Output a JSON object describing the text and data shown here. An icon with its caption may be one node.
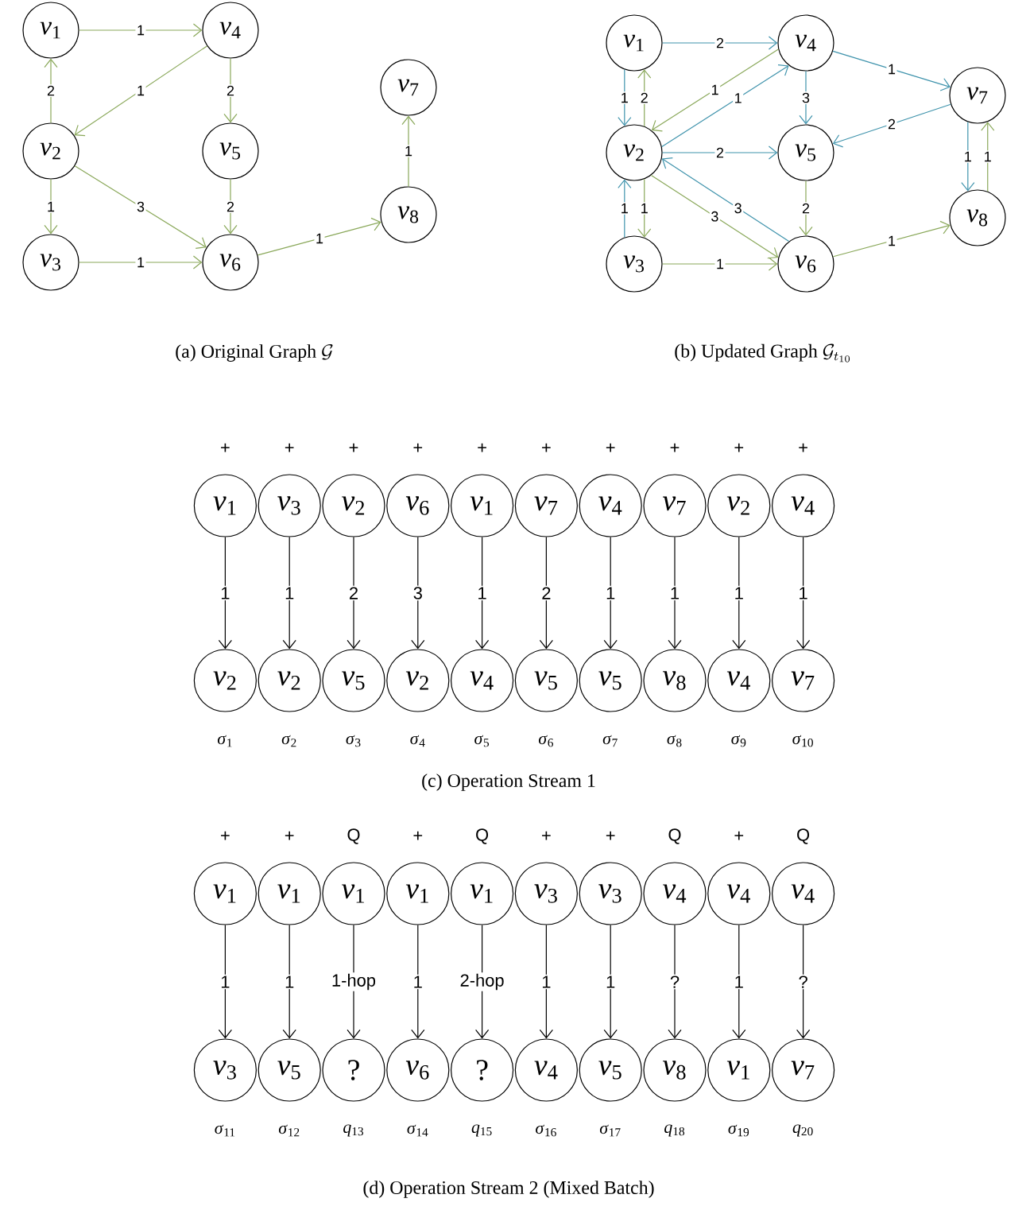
{
  "diagram": {
    "nodes": [
      {
        "text": [
          "*v*$_{1}$"
        ]
      },
      {
        "text": [
          "*v*$_{4}$"
        ]
      },
      {
        "text": [
          "*v*$_{7}$"
        ]
      },
      {
        "text": [
          "*v*$_{2}$"
        ]
      },
      {
        "text": [
          "*v*$_{5}$"
        ]
      },
      {
        "text": [
          "*v*$_{8}$"
        ]
      },
      {
        "text": [
          "*v*$_{3}$"
        ]
      },
      {
        "text": [
          "*v*$_{6}$"
        ]
      },
      {
        "text": [
          "*v*$_{1}$"
        ]
      },
      {
        "text": [
          "*v*$_{4}$"
        ]
      },
      {
        "text": [
          "*v*$_{7}$"
        ]
      },
      {
        "text": [
          "*v*$_{2}$"
        ]
      },
      {
        "text": [
          "*v*$_{5}$"
        ]
      },
      {
        "text": [
          "*v*$_{8}$"
        ]
      },
      {
        "text": [
          "*v*$_{3}$"
        ]
      },
      {
        "text": [
          "*v*$_{6}$"
        ]
      },
      {
        "text": [
          "*v*$_{1}$"
        ],
        "beside": [
          "+"
        ]
      },
      {
        "text": [
          "*v*$_{3}$"
        ],
        "beside": [
          "+"
        ]
      },
      {
        "text": [
          "*v*$_{2}$"
        ],
        "beside": [
          "+"
        ]
      },
      {
        "text": [
          "*v*$_{6}$"
        ],
        "beside": [
          "+"
        ]
      },
      {
        "text": [
          "*v*$_{1}$"
        ],
        "beside": [
          "+"
        ]
      },
      {
        "text": [
          "*v*$_{7}$"
        ],
        "beside": [
          "+"
        ]
      },
      {
        "text": [
          "*v*$_{4}$"
        ],
        "beside": [
          "+"
        ]
      },
      {
        "text": [
          "*v*$_{7}$"
        ],
        "beside": [
          "+"
        ]
      },
      {
        "text": [
          "*v*$_{2}$"
        ],
        "beside": [
          "+"
        ]
      },
      {
        "text": [
          "*v*$_{4}$"
        ],
        "beside": [
          "+"
        ]
      },
      {
        "text": [
          "*v*$_{2}$"
        ],
        "beside": [
          "*σ*$_{1}$"
        ]
      },
      {
        "text": [
          "*v*$_{2}$"
        ],
        "beside": [
          "*σ*$_{2}$"
        ]
      },
      {
        "text": [
          "*v*$_{5}$"
        ],
        "beside": [
          "*σ*$_{3}$"
        ]
      },
      {
        "text": [
          "*v*$_{2}$"
        ],
        "beside": [
          "*σ*$_{4}$"
        ]
      },
      {
        "text": [
          "*v*$_{4}$"
        ],
        "beside": [
          "*σ*$_{5}$"
        ]
      },
      {
        "text": [
          "*v*$_{5}$"
        ],
        "beside": [
          "*σ*$_{6}$"
        ]
      },
      {
        "text": [
          "*v*$_{5}$"
        ],
        "beside": [
          "*σ*$_{7}$"
        ]
      },
      {
        "text": [
          "*v*$_{8}$"
        ],
        "beside": [
          "*σ*$_{8}$"
        ]
      },
      {
        "text": [
          "*v*$_{4}$"
        ],
        "beside": [
          "*σ*$_{9}$"
        ]
      },
      {
        "text": [
          "*v*$_{7}$"
        ],
        "beside": [
          "*σ*$_{10}$"
        ]
      },
      {
        "text": [
          "*v*$_{1}$"
        ],
        "beside": [
          "+"
        ]
      },
      {
        "text": [
          "*v*$_{1}$"
        ],
        "beside": [
          "+"
        ]
      },
      {
        "text": [
          "*v*$_{1}$"
        ],
        "beside": [
          "Q"
        ]
      },
      {
        "text": [
          "*v*$_{1}$"
        ],
        "beside": [
          "+"
        ]
      },
      {
        "text": [
          "*v*$_{1}$"
        ],
        "beside": [
          "Q"
        ]
      },
      {
        "text": [
          "*v*$_{3}$"
        ],
        "beside": [
          "+"
        ]
      },
      {
        "text": [
          "*v*$_{3}$"
        ],
        "beside": [
          "+"
        ]
      },
      {
        "text": [
          "*v*$_{4}$"
        ],
        "beside": [
          "Q"
        ]
      },
      {
        "text": [
          "*v*$_{4}$"
        ],
        "beside": [
          "+"
        ]
      },
      {
        "text": [
          "*v*$_{4}$"
        ],
        "beside": [
          "Q"
        ]
      },
      {
        "text": [
          "*v*$_{3}$"
        ],
        "beside": [
          "*σ*$_{11}$"
        ]
      },
      {
        "text": [
          "*v*$_{5}$"
        ],
        "beside": [
          "*σ*$_{12}$"
        ]
      },
      {
        "text": [
          "?"
        ],
        "beside": [
          "*q*$_{13}$"
        ]
      },
      {
        "text": [
          "*v*$_{6}$"
        ],
        "beside": [
          "*σ*$_{14}$"
        ]
      },
      {
        "text": [
          "?"
        ],
        "beside": [
          "*q*$_{15}$"
        ]
      },
      {
        "text": [
          "*v*$_{4}$"
        ],
        "beside": [
          "*σ*$_{16}$"
        ]
      },
      {
        "text": [
          "*v*$_{5}$"
        ],
        "beside": [
          "*σ*$_{17}$"
        ]
      },
      {
        "text": [
          "*v*$_{8}$"
        ],
        "beside": [
          "*q*$_{18}$"
        ]
      },
      {
        "text": [
          "*v*$_{1}$"
        ],
        "beside": [
          "*σ*$_{19}$"
        ]
      },
      {
        "text": [
          "*v*$_{7}$"
        ],
        "beside": [
          "*q*$_{20}$"
        ]
      }
    ],
    "edges": [
      {
        "from": 0,
        "to": 1,
        "arrow": "to",
        "label": "1",
        "color": "#8aa85a"
      },
      {
        "from": 3,
        "to": 0,
        "arrow": "to",
        "label": "2",
        "color": "#8aa85a"
      },
      {
        "from": 1,
        "to": 3,
        "arrow": "to",
        "label": "1",
        "color": "#8aa85a"
      },
      {
        "from": 1,
        "to": 4,
        "arrow": "to",
        "label": "2",
        "color": "#8aa85a"
      },
      {
        "from": 3,
        "to": 6,
        "arrow": "to",
        "label": "1",
        "color": "#8aa85a"
      },
      {
        "from": 3,
        "to": 7,
        "arrow": "to",
        "label": "3",
        "color": "#8aa85a"
      },
      {
        "from": 4,
        "to": 7,
        "arrow": "to",
        "label": "2",
        "color": "#8aa85a"
      },
      {
        "from": 6,
        "to": 7,
        "arrow": "to",
        "label": "1",
        "color": "#8aa85a"
      },
      {
        "from": 7,
        "to": 5,
        "arrow": "to",
        "label": "1",
        "color": "#8aa85a"
      },
      {
        "from": 5,
        "to": 2,
        "arrow": "to",
        "label": "1",
        "color": "#8aa85a"
      },
      {
        "from": 8,
        "to": 9,
        "arrow": "to",
        "label": "2",
        "color": "#3f93ac"
      },
      {
        "from": 8,
        "to": 11,
        "arrow": "to",
        "label": "1",
        "color": "#3f93ac"
      },
      {
        "from": 11,
        "to": 8,
        "arrow": "to",
        "label": "2",
        "color": "#8aa85a"
      },
      {
        "from": 9,
        "to": 10,
        "arrow": "to",
        "label": "1",
        "color": "#3f93ac"
      },
      {
        "from": 9,
        "to": 11,
        "arrow": "to",
        "label": "1",
        "color": "#8aa85a"
      },
      {
        "from": 11,
        "to": 9,
        "arrow": "to",
        "label": "1",
        "color": "#3f93ac"
      },
      {
        "from": 9,
        "to": 12,
        "arrow": "to",
        "label": "3",
        "color": "#3f93ac"
      },
      {
        "from": 10,
        "to": 12,
        "arrow": "to",
        "label": "2",
        "color": "#3f93ac"
      },
      {
        "from": 11,
        "to": 12,
        "arrow": "to",
        "label": "2",
        "color": "#3f93ac"
      },
      {
        "from": 11,
        "to": 15,
        "arrow": "to",
        "label": "3",
        "color": "#8aa85a"
      },
      {
        "from": 15,
        "to": 11,
        "arrow": "to",
        "label": "3",
        "color": "#3f93ac"
      },
      {
        "from": 11,
        "to": 14,
        "arrow": "to",
        "label": "1",
        "color": "#8aa85a"
      },
      {
        "from": 14,
        "to": 11,
        "arrow": "to",
        "label": "1",
        "color": "#3f93ac"
      },
      {
        "from": 12,
        "to": 15,
        "arrow": "to",
        "label": "2",
        "color": "#8aa85a"
      },
      {
        "from": 14,
        "to": 15,
        "arrow": "to",
        "label": "1",
        "color": "#8aa85a"
      },
      {
        "from": 15,
        "to": 13,
        "arrow": "to",
        "label": "1",
        "color": "#8aa85a"
      },
      {
        "from": 10,
        "to": 13,
        "arrow": "to",
        "label": "1",
        "color": "#3f93ac"
      },
      {
        "from": 13,
        "to": 10,
        "arrow": "to",
        "label": "1",
        "color": "#8aa85a"
      },
      {
        "from": 16,
        "to": 26,
        "arrow": "to",
        "label": "1"
      },
      {
        "from": 17,
        "to": 27,
        "arrow": "to",
        "label": "1"
      },
      {
        "from": 18,
        "to": 28,
        "arrow": "to",
        "label": "2"
      },
      {
        "from": 19,
        "to": 29,
        "arrow": "to",
        "label": "3"
      },
      {
        "from": 20,
        "to": 30,
        "arrow": "to",
        "label": "1"
      },
      {
        "from": 21,
        "to": 31,
        "arrow": "to",
        "label": "2"
      },
      {
        "from": 22,
        "to": 32,
        "arrow": "to",
        "label": "1"
      },
      {
        "from": 23,
        "to": 33,
        "arrow": "to",
        "label": "1"
      },
      {
        "from": 24,
        "to": 34,
        "arrow": "to",
        "label": "1"
      },
      {
        "from": 25,
        "to": 35,
        "arrow": "to",
        "label": "1"
      },
      {
        "from": 36,
        "to": 46,
        "arrow": "to",
        "label": "1"
      },
      {
        "from": 37,
        "to": 47,
        "arrow": "to",
        "label": "1"
      },
      {
        "from": 38,
        "to": 48,
        "arrow": "to",
        "label": "1-hop"
      },
      {
        "from": 39,
        "to": 49,
        "arrow": "to",
        "label": "1"
      },
      {
        "from": 40,
        "to": 50,
        "arrow": "to",
        "label": "2-hop"
      },
      {
        "from": 41,
        "to": 51,
        "arrow": "to",
        "label": "1"
      },
      {
        "from": 42,
        "to": 52,
        "arrow": "to",
        "label": "1"
      },
      {
        "from": 43,
        "to": 53,
        "arrow": "to",
        "label": "?"
      },
      {
        "from": 44,
        "to": 54,
        "arrow": "to",
        "label": "1"
      },
      {
        "from": 45,
        "to": 55,
        "arrow": "to",
        "label": "?"
      }
    ],
    "labels": [
      "\\text{(a) Original Graph }\\mathcal{G}",
      "\\text{(b) Updated Graph }\\mathcal{G}_{t_{10}}",
      "(c) Operation Stream 1",
      "(d) Operation Stream 2 (Mixed Batch)"
    ]
  }
}
